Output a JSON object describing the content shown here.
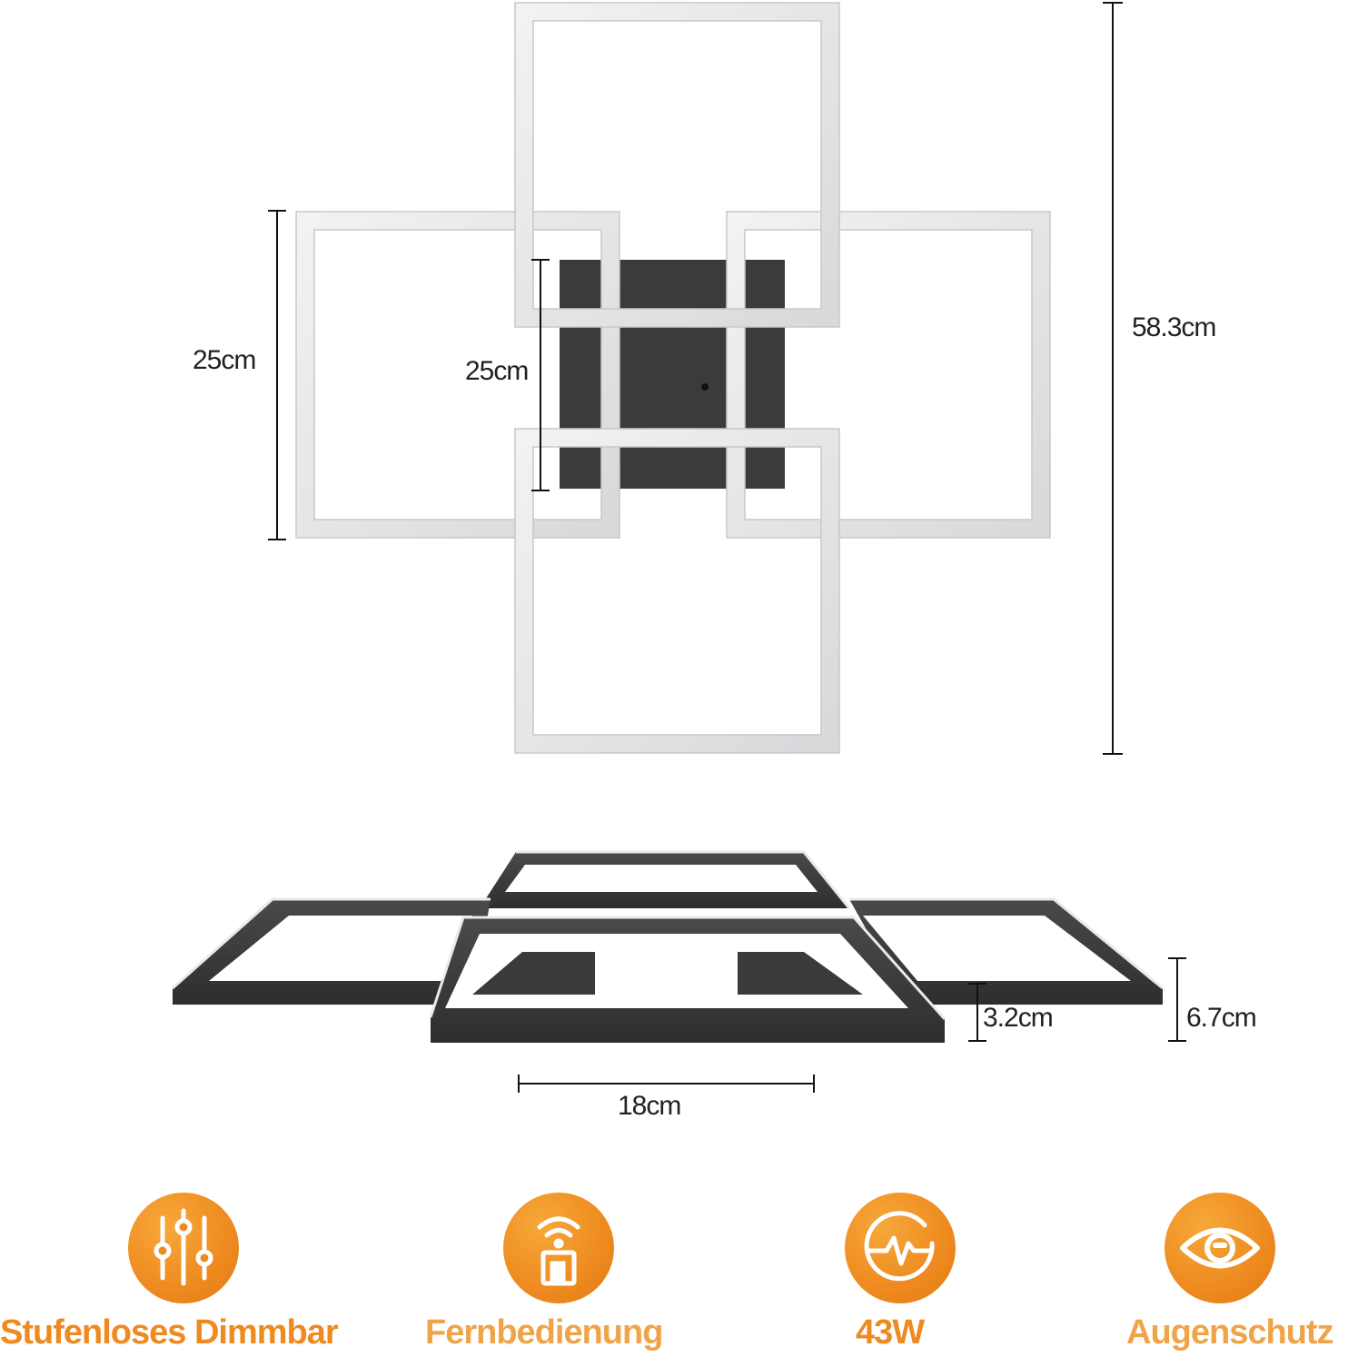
{
  "dimensions": {
    "frame_height_left": "25cm",
    "frame_height_center": "25cm",
    "total_height": "58.3cm",
    "base_width": "18cm",
    "base_height": "3.2cm",
    "total_depth": "6.7cm"
  },
  "features": [
    {
      "label": "Stufenloses Dimmbar",
      "icon": "slider-controls-icon"
    },
    {
      "label": "Fernbedienung",
      "icon": "remote-signal-icon"
    },
    {
      "label": "43W",
      "icon": "power-pulse-icon"
    },
    {
      "label": "Augenschutz",
      "icon": "eye-icon"
    }
  ],
  "colors": {
    "accent": "#ee8a1f",
    "frame_light": "#e9e9eb",
    "frame_dark": "#3a3a3c",
    "base": "#3a3a3a"
  }
}
